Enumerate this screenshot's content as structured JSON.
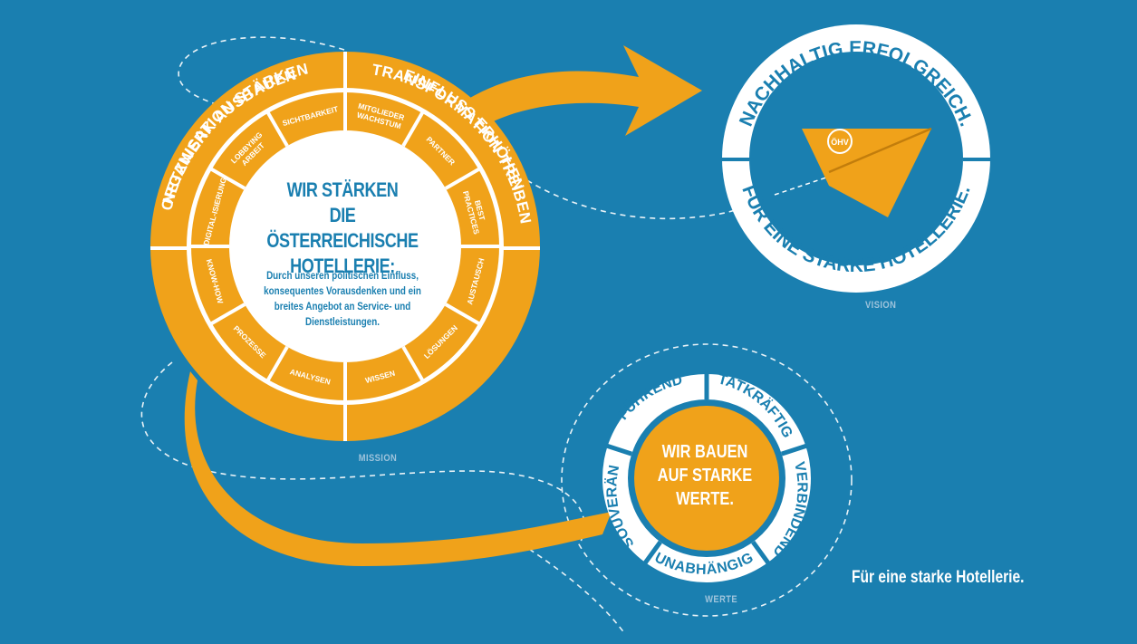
{
  "mission": {
    "title_line1": "WIR STÄRKEN",
    "title_line2": "DIE ÖSTERREICHISCHE",
    "title_line3": "HOTELLERIE:",
    "description": "Durch unseren politischen Einfluss, konsequentes Vorausdenken und ein breites Angebot an Service- und Dienstleistungen.",
    "outer_segments": [
      "ORGANISATION STÄRKEN",
      "EINFLUSS ERHÖHEN",
      "NETZWERK AUSBAUEN",
      "TRANSFORMATION TREIBEN"
    ],
    "inner_segments": [
      "DIGITAL-ISIERUNG",
      "LOBBYING ARBEIT",
      "SICHTBARKEIT",
      "MITGLIEDER WACHSTUM",
      "PARTNER",
      "BEST PRACTICES",
      "AUSTAUSCH",
      "LÖSUNGEN",
      "WISSEN",
      "ANALYSEN",
      "PROZESSE",
      "KNOW-HOW"
    ],
    "caption": "MISSION"
  },
  "vision": {
    "top_text": "NACHHALTIG ERFOLGREICH.",
    "bottom_text": "FÜR EINE STARKE HOTELLERIE.",
    "logo_text": "ÖHV",
    "caption": "VISION"
  },
  "werte": {
    "title_line1": "WIR BAUEN",
    "title_line2": "AUF STARKE",
    "title_line3": "WERTE.",
    "segments": [
      "FÜHREND",
      "TATKRÄFTIG",
      "VERBINDEND",
      "UNABHÄNGIG",
      "SOUVERÄN"
    ],
    "caption": "WERTE"
  },
  "tagline": "Für eine starke Hotellerie.",
  "colors": {
    "background": "#1a7fb0",
    "accent": "#f0a21a",
    "white": "#ffffff",
    "text_blue": "#1a7fb0"
  }
}
